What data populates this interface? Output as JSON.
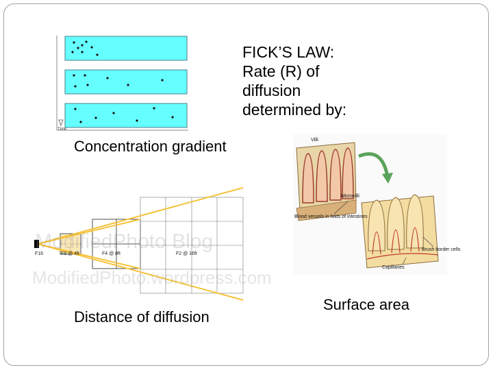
{
  "slide": {
    "title_lines": [
      "FICK’S LAW:",
      " Rate (R) of",
      "diffusion",
      " determined by:"
    ],
    "labels": {
      "concentration": "Concentration gradient",
      "distance": "Distance of diffusion",
      "surface": "Surface area"
    }
  },
  "concentration_figure": {
    "axis_label": "Time",
    "tubes": 3,
    "tube_color": "#66ffff"
  },
  "distance_figure": {
    "labels": [
      "F16",
      "F8 @ 4ft",
      "F4 @ 8ft",
      "F2 @ 16ft"
    ],
    "watermark_lines": [
      "ModifiedPhoto Blog",
      "ModifiedPhoto.wordpress.com"
    ],
    "ray_color": "#f5c33b"
  },
  "surface_figure": {
    "labels": [
      "Villi",
      "Microvilli",
      "Blood vessels in folds of intestines",
      "Brush border cells",
      "Capillaries"
    ]
  }
}
